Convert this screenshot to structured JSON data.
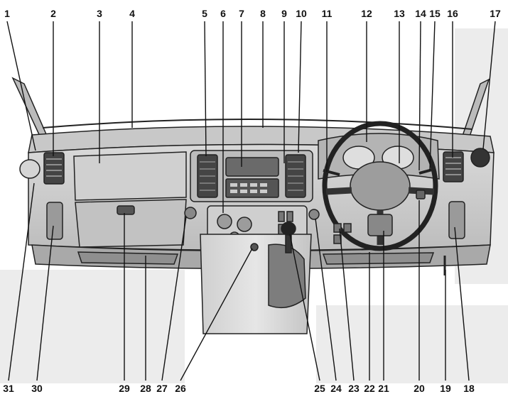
{
  "diagram": {
    "subject": "vehicle-dashboard-line-drawing",
    "callouts": {
      "top": [
        "1",
        "2",
        "3",
        "4",
        "5",
        "6",
        "7",
        "8",
        "9",
        "10",
        "11",
        "12",
        "13",
        "14",
        "15",
        "16",
        "17"
      ],
      "bottom": [
        "31",
        "30",
        "29",
        "28",
        "27",
        "26",
        "25",
        "24",
        "23",
        "22",
        "21",
        "20",
        "19",
        "18"
      ]
    }
  }
}
